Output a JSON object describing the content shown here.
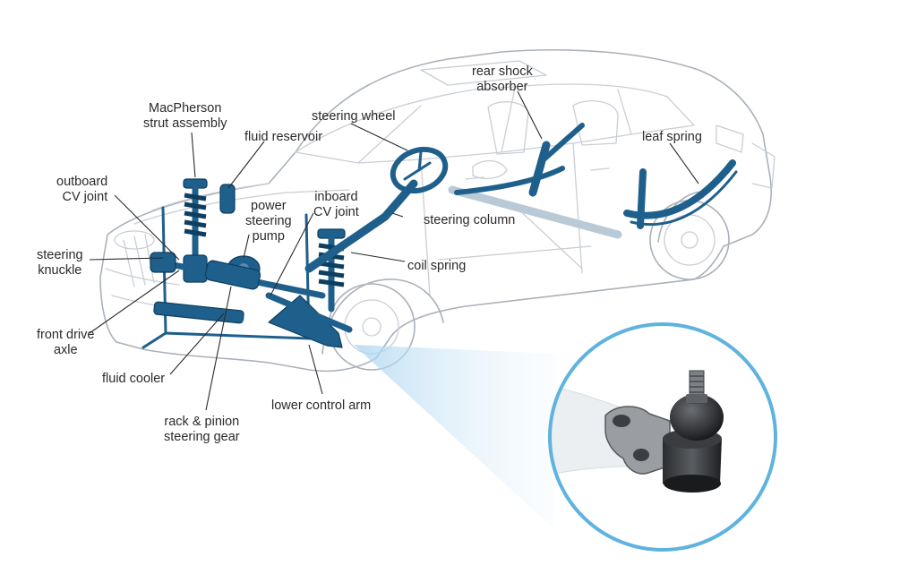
{
  "labels": {
    "macpherson": "MacPherson\nstrut assembly",
    "fluid_reservoir": "fluid reservoir",
    "steering_wheel": "steering wheel",
    "rear_shock": "rear shock\nabsorber",
    "leaf_spring": "leaf spring",
    "outboard_cv": "outboard\nCV joint",
    "power_steering_pump": "power\nsteering\npump",
    "inboard_cv": "inboard\nCV joint",
    "steering_column": "steering column",
    "steering_knuckle": "steering\nknuckle",
    "coil_spring": "coil spring",
    "front_drive_axle": "front drive\naxle",
    "fluid_cooler": "fluid cooler",
    "lower_control_arm": "lower control arm",
    "rack_pinion": "rack & pinion\nsteering gear"
  },
  "colors": {
    "component_blue": "#1f5f8c",
    "inset_ring": "#5fb3de",
    "car_outline": "#c9ced4"
  },
  "inset": {
    "subject": "ball-joint"
  }
}
